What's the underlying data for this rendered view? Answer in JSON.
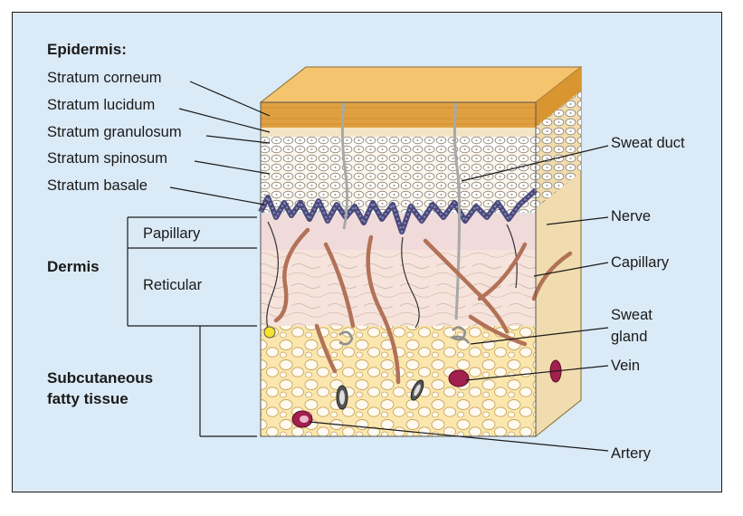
{
  "epidermis": {
    "heading": "Epidermis:",
    "layers": [
      "Stratum corneum",
      "Stratum lucidum",
      "Stratum granulosum",
      "Stratum spinosum",
      "Stratum basale"
    ]
  },
  "dermis": {
    "heading": "Dermis",
    "sublayers": [
      "Papillary",
      "Reticular"
    ]
  },
  "subcutaneous": {
    "heading_line1": "Subcutaneous",
    "heading_line2": "fatty tissue"
  },
  "structures": {
    "sweat_duct": "Sweat duct",
    "nerve": "Nerve",
    "capillary": "Capillary",
    "sweat_gland_line1": "Sweat",
    "sweat_gland_line2": "gland",
    "vein": "Vein",
    "artery": "Artery"
  },
  "colors": {
    "background": "#dbeaf7",
    "stratum_corneum": "#e0a040",
    "basale": "#4a4a7a",
    "papillary": "#f1dada",
    "reticular": "#f6e4dc",
    "fat": "#fbe7ae",
    "vessel": "#b27258",
    "vein": "#a21f4e"
  }
}
